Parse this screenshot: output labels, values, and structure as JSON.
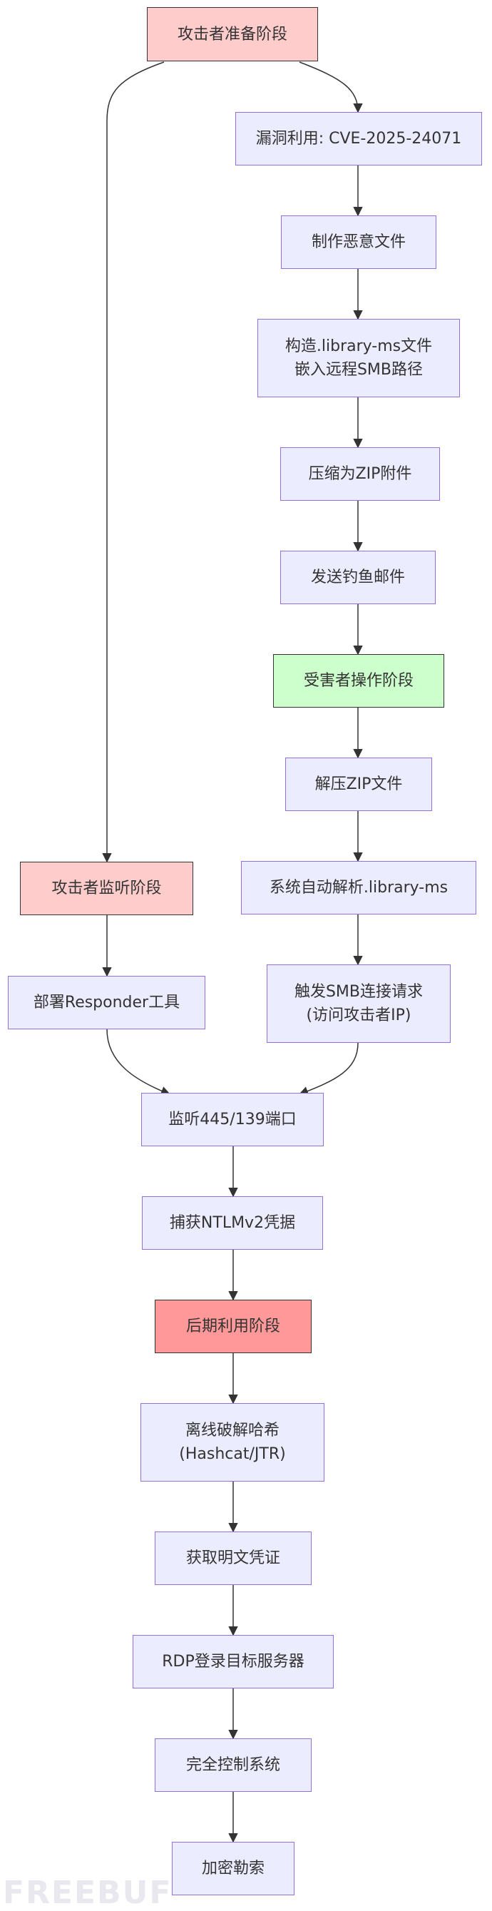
{
  "nodes": {
    "attacker_prep": "攻击者准备阶段",
    "vuln": "漏洞利用: CVE-2025-24071",
    "make_file": "制作恶意文件",
    "build_library": "构造.library-ms文件\n嵌入远程SMB路径",
    "zip": "压缩为ZIP附件",
    "phish": "发送钓鱼邮件",
    "victim_op": "受害者操作阶段",
    "unzip": "解压ZIP文件",
    "auto_parse": "系统自动解析.library-ms",
    "trigger_smb": "触发SMB连接请求\n(访问攻击者IP)",
    "attacker_listen": "攻击者监听阶段",
    "responder": "部署Responder工具",
    "listen_ports": "监听445/139端口",
    "capture": "捕获NTLMv2凭据",
    "post_phase": "后期利用阶段",
    "crack": "离线破解哈希\n(Hashcat/JTR)",
    "plaintext": "获取明文凭证",
    "rdp": "RDP登录目标服务器",
    "full_control": "完全控制系统",
    "ransom": "加密勒索"
  },
  "colors": {
    "default_fill": "#ECECFF",
    "default_border": "#9370DB",
    "attacker_fill": "#FFCCCC",
    "victim_fill": "#CCFFCC",
    "post_fill": "#FF9999",
    "edge": "#333333"
  },
  "watermark": "FREEBUF"
}
